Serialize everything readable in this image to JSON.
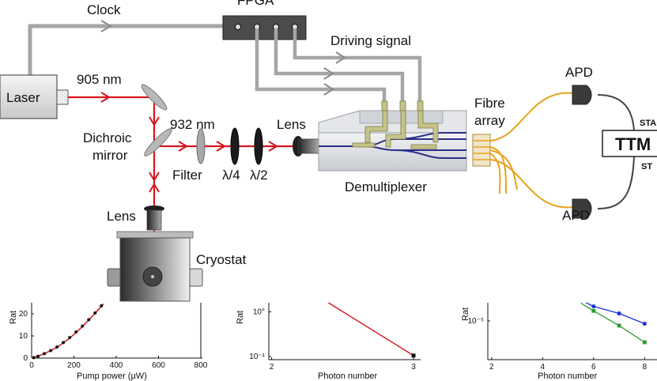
{
  "labels": {
    "clock": "Clock",
    "fpga": "FPGA",
    "driving_signal": "Driving signal",
    "laser": "Laser",
    "wavelength_905": "905 nm",
    "wavelength_932": "932 nm",
    "dichroic_1": "Dichroic",
    "dichroic_2": "mirror",
    "filter": "Filter",
    "quarter_wave": "λ/4",
    "half_wave": "λ/2",
    "lens_top": "Lens",
    "lens_bottom": "Lens",
    "cryostat": "Cryostat",
    "demultiplexer": "Demultiplexer",
    "fibre_1": "Fibre",
    "fibre_2": "array",
    "apd_top": "APD",
    "apd_bottom": "APD",
    "ttm": "TTM",
    "start": "STA",
    "stop": "ST"
  },
  "colors": {
    "beam": "#d9141e",
    "fibre": "#e8a21c",
    "waveguide": "#2a2f86",
    "electrodes": "#b5b27a",
    "signal_line": "#a6a6a6"
  },
  "chart_data": [
    {
      "type": "scatter",
      "ylabel": "Rat",
      "xlabel": "Pump power (μW)",
      "x_ticks": [
        "0",
        "200",
        "400",
        "600",
        "800"
      ],
      "y_ticks": [
        "0",
        "10",
        "20"
      ],
      "xlim": [
        0,
        800
      ],
      "ylim": [
        0,
        25
      ],
      "series": [
        {
          "kind": "points",
          "x": [
            10,
            30,
            60,
            90,
            120,
            150,
            180,
            210,
            240,
            270,
            300,
            330
          ],
          "y": [
            0.2,
            0.8,
            2.0,
            3.4,
            5.0,
            7.0,
            9.3,
            11.8,
            14.4,
            17.3,
            20.4,
            23.6
          ]
        },
        {
          "kind": "fit",
          "x": [
            0,
            60,
            120,
            180,
            240,
            300,
            340
          ],
          "y": [
            0,
            1.9,
            4.9,
            9.0,
            14.2,
            20.2,
            24.5
          ]
        }
      ]
    },
    {
      "type": "line",
      "ylabel": "Rat",
      "xlabel": "Photon number",
      "x_ticks": [
        "2",
        "3"
      ],
      "y_ticks": [
        "10°",
        "10⁻¹"
      ],
      "xlim": [
        1.98,
        3.05
      ],
      "ylim": [
        0.085,
        1.6
      ],
      "scale": "log-y",
      "series": [
        {
          "kind": "line",
          "x": [
            2.4,
            3.0
          ],
          "y": [
            1.6,
            0.105
          ]
        },
        {
          "kind": "points",
          "x": [
            3.0
          ],
          "y": [
            0.105
          ]
        }
      ]
    },
    {
      "type": "line",
      "ylabel": "Rat",
      "xlabel": "Photon number",
      "x_ticks": [
        "2",
        "4",
        "6",
        "8"
      ],
      "y_ticks": [
        "10⁻⁵"
      ],
      "xlim": [
        1.85,
        8.3
      ],
      "ylim": [
        2.2e-07,
        6e-05
      ],
      "scale": "log-y",
      "series": [
        {
          "kind": "line+points",
          "color": "#1f35d6",
          "x": [
            5.7,
            6,
            7,
            8
          ],
          "y": [
            6e-05,
            4.2e-05,
            2.1e-05,
            7.6e-06
          ]
        },
        {
          "kind": "line+points",
          "color": "#2c9a2c",
          "x": [
            5.5,
            6,
            7,
            8
          ],
          "y": [
            5.8e-05,
            2.7e-05,
            6.3e-06,
            1.22e-06
          ]
        }
      ]
    }
  ]
}
